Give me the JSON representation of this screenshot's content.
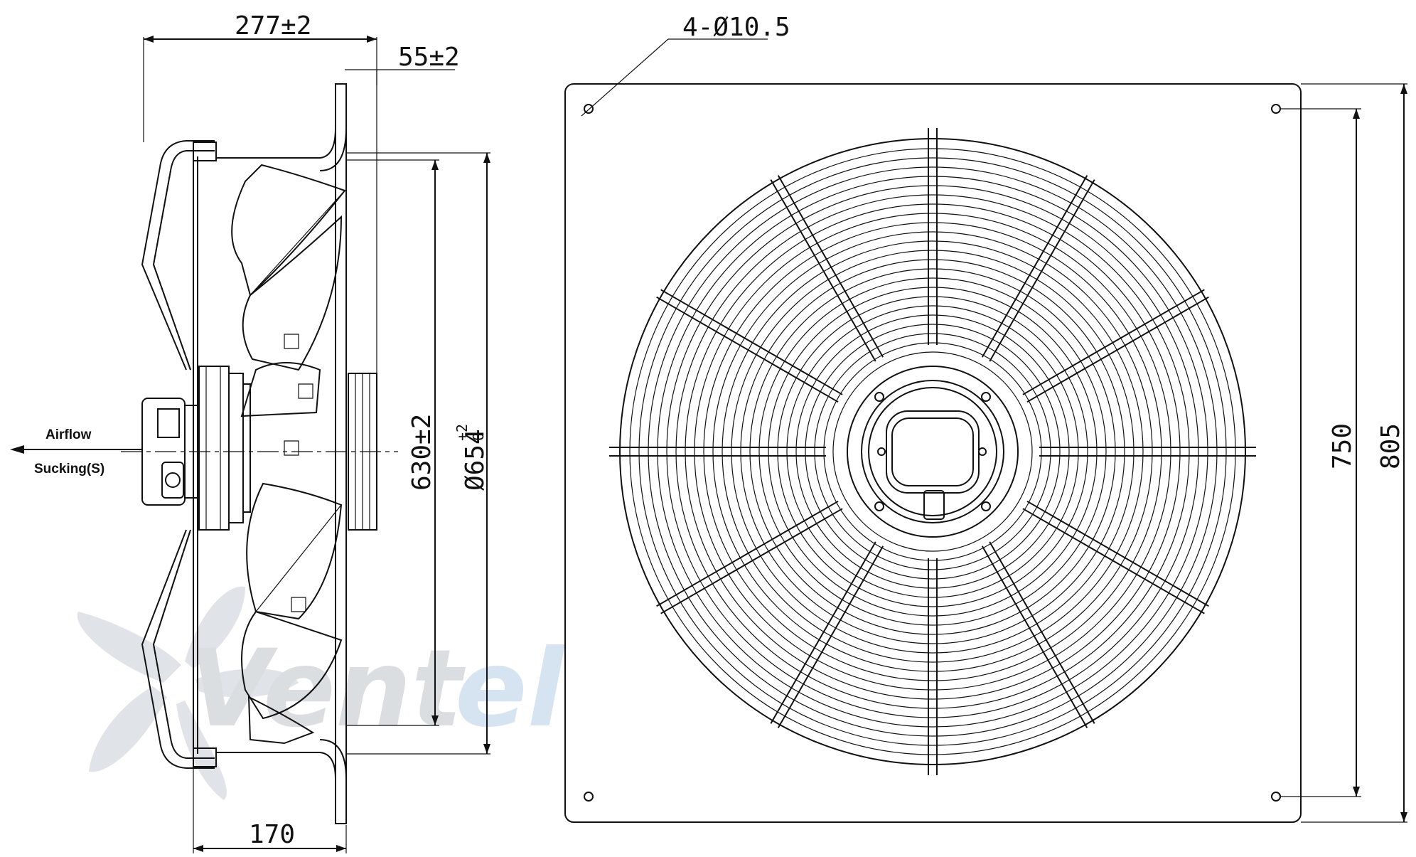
{
  "side_view": {
    "dim_overall_depth": "277±2",
    "dim_flange_offset": "55±2",
    "dim_inner_depth": "170",
    "dim_ring_diameter": "630±2",
    "dim_impeller_diameter": "Ø654",
    "dim_impeller_tolerance_upper": "+2",
    "dim_impeller_tolerance_lower": "0",
    "airflow_label": "Airflow",
    "airflow_mode": "Sucking(S)"
  },
  "front_view": {
    "dim_holes": "4-Ø10.5",
    "dim_hole_spacing": "750",
    "dim_plate_size": "805"
  },
  "watermark": {
    "text_dark": "Vent",
    "text_light": "el",
    "color_dark": "#cfd3d8",
    "color_light": "#c9dced"
  }
}
